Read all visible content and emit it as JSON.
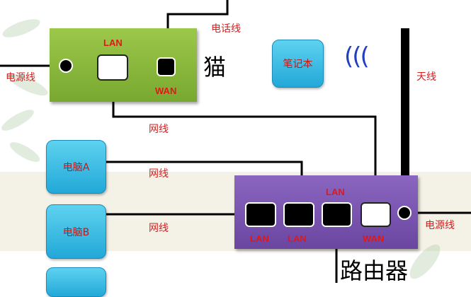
{
  "modem": {
    "name": "猫",
    "lan": "LAN",
    "wan": "WAN",
    "power_label": "电源线",
    "phone_label": "电话线"
  },
  "router": {
    "name": "路由器",
    "ports": [
      "LAN",
      "LAN",
      "LAN",
      "WAN"
    ],
    "power_label": "电源线",
    "antenna_label": "天线"
  },
  "laptop": {
    "label": "笔记本",
    "wifi": "((("
  },
  "computers": [
    {
      "label": "电脑A"
    },
    {
      "label": "电脑B"
    },
    {
      "label": ""
    }
  ],
  "cables": [
    "网线",
    "网线",
    "网线"
  ],
  "colors": {
    "modem": "#88b83c",
    "router": "#7a56b0",
    "device": "#3ebce4",
    "label": "#d02020"
  }
}
